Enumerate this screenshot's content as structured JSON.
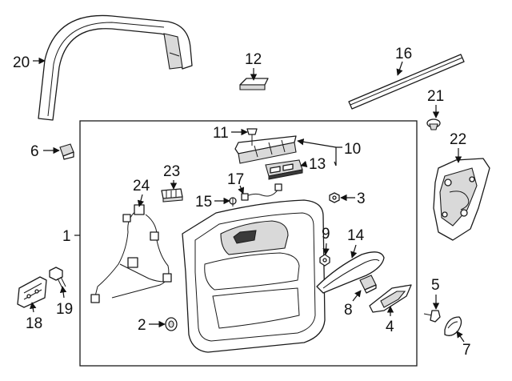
{
  "diagram": {
    "callouts": [
      {
        "id": "c1",
        "label": "1"
      },
      {
        "id": "c2",
        "label": "2"
      },
      {
        "id": "c3",
        "label": "3"
      },
      {
        "id": "c4",
        "label": "4"
      },
      {
        "id": "c5",
        "label": "5"
      },
      {
        "id": "c6",
        "label": "6"
      },
      {
        "id": "c7",
        "label": "7"
      },
      {
        "id": "c8",
        "label": "8"
      },
      {
        "id": "c9",
        "label": "9"
      },
      {
        "id": "c10",
        "label": "10"
      },
      {
        "id": "c11",
        "label": "11"
      },
      {
        "id": "c12",
        "label": "12"
      },
      {
        "id": "c13",
        "label": "13"
      },
      {
        "id": "c14",
        "label": "14"
      },
      {
        "id": "c15",
        "label": "15"
      },
      {
        "id": "c16",
        "label": "16"
      },
      {
        "id": "c17",
        "label": "17"
      },
      {
        "id": "c18",
        "label": "18"
      },
      {
        "id": "c19",
        "label": "19"
      },
      {
        "id": "c20",
        "label": "20"
      },
      {
        "id": "c21",
        "label": "21"
      },
      {
        "id": "c22",
        "label": "22"
      },
      {
        "id": "c23",
        "label": "23"
      },
      {
        "id": "c24",
        "label": "24"
      }
    ]
  }
}
